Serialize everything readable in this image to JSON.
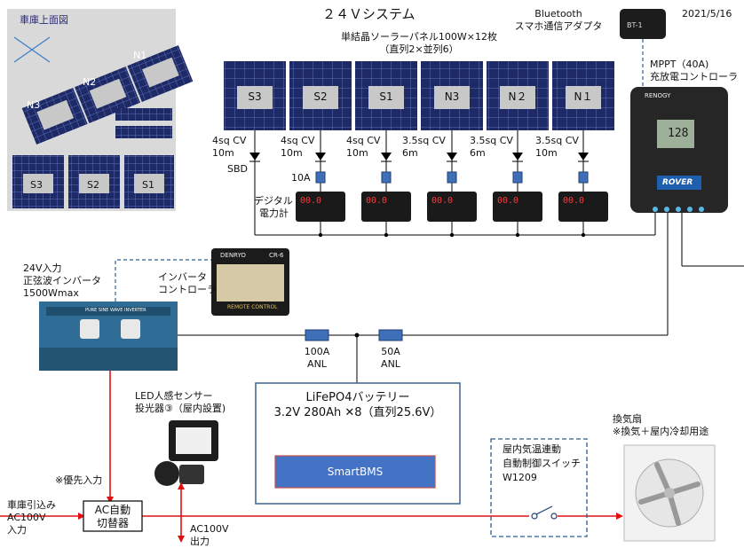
{
  "header": {
    "title": "２４Ｖシステム",
    "date": "2021/5/16"
  },
  "roof_diagram": {
    "label": "車庫上面図",
    "roof_panels": [
      "N3",
      "N2",
      "N1"
    ],
    "lower_panels": [
      "S3",
      "S2",
      "S1"
    ]
  },
  "panels": {
    "desc_line1": "単結晶ソーラーパネル100W×12枚",
    "desc_line2": "（直列2×並列6）",
    "items": [
      {
        "label": "S3",
        "cable_line1": "4sq CV",
        "cable_line2": "10m"
      },
      {
        "label": "S2",
        "cable_line1": "4sq CV",
        "cable_line2": "10m"
      },
      {
        "label": "S1",
        "cable_line1": "4sq CV",
        "cable_line2": "10m"
      },
      {
        "label": "N3",
        "cable_line1": "3.5sq CV",
        "cable_line2": "6m"
      },
      {
        "label": "N２",
        "cable_line1": "3.5sq CV",
        "cable_line2": "6m"
      },
      {
        "label": "N１",
        "cable_line1": "3.5sq CV",
        "cable_line2": "10m"
      }
    ]
  },
  "labels": {
    "sbd": "SBD",
    "fuse_10a": "10A",
    "meter_line1": "デジタル",
    "meter_line2": "電力計",
    "meter_display": "00.0"
  },
  "bluetooth": {
    "line1": "Bluetooth",
    "line2": "スマホ通信アダプタ",
    "device_text": "BT-1"
  },
  "mppt": {
    "line1": "MPPT（40A)",
    "line2": "充放電コントローラ",
    "brand": "RENOGY",
    "model": "ROVER",
    "display": "128"
  },
  "inverter": {
    "line1": "24V入力",
    "line2": "正弦波インバータ",
    "line3": "1500Wmax",
    "panel_title": "PURE SINE WAVE INVERTER"
  },
  "inverter_controller": {
    "line1": "インバータ",
    "line2": "コントローラ",
    "brand": "DENRYO",
    "model": "CR-6",
    "footer": "REMOTE CONTROL"
  },
  "fuses": [
    {
      "line1": "100A",
      "line2": "ANL"
    },
    {
      "line1": "50A",
      "line2": "ANL"
    }
  ],
  "battery": {
    "line1": "LiFePO4バッテリー",
    "line2": "3.2V  280Ah  ✕8（直列25.6V）",
    "bms": "SmartBMS"
  },
  "led_light": {
    "line1": "LED人感センサー",
    "line2": "投光器③（屋内設置)"
  },
  "priority": "※優先入力",
  "garage_input": {
    "line1": "車庫引込み",
    "line2": "AC100V",
    "line3": "入力"
  },
  "ac_switcher": {
    "line1": "AC自動",
    "line2": "切替器"
  },
  "ac_output": {
    "line1": "AC100V",
    "line2": "出力"
  },
  "thermo_switch": {
    "line1": "屋内気温連動",
    "line2": "自動制御スイッチ",
    "line3": "W1209"
  },
  "fan": {
    "line1": "換気扇",
    "line2": "※換気＋屋内冷却用途"
  },
  "colors": {
    "panel_blue": "#1d2a66",
    "panel_grid": "#4a5aa8",
    "fuse_blue": "#3e6fb8",
    "battery_border": "#4a6e96",
    "bms_fill": "#4472c4",
    "bms_border": "#c0504d",
    "ac_red": "#e01010",
    "dash_blue": "#2e5f94",
    "inverter_body": "#2f6d97"
  }
}
